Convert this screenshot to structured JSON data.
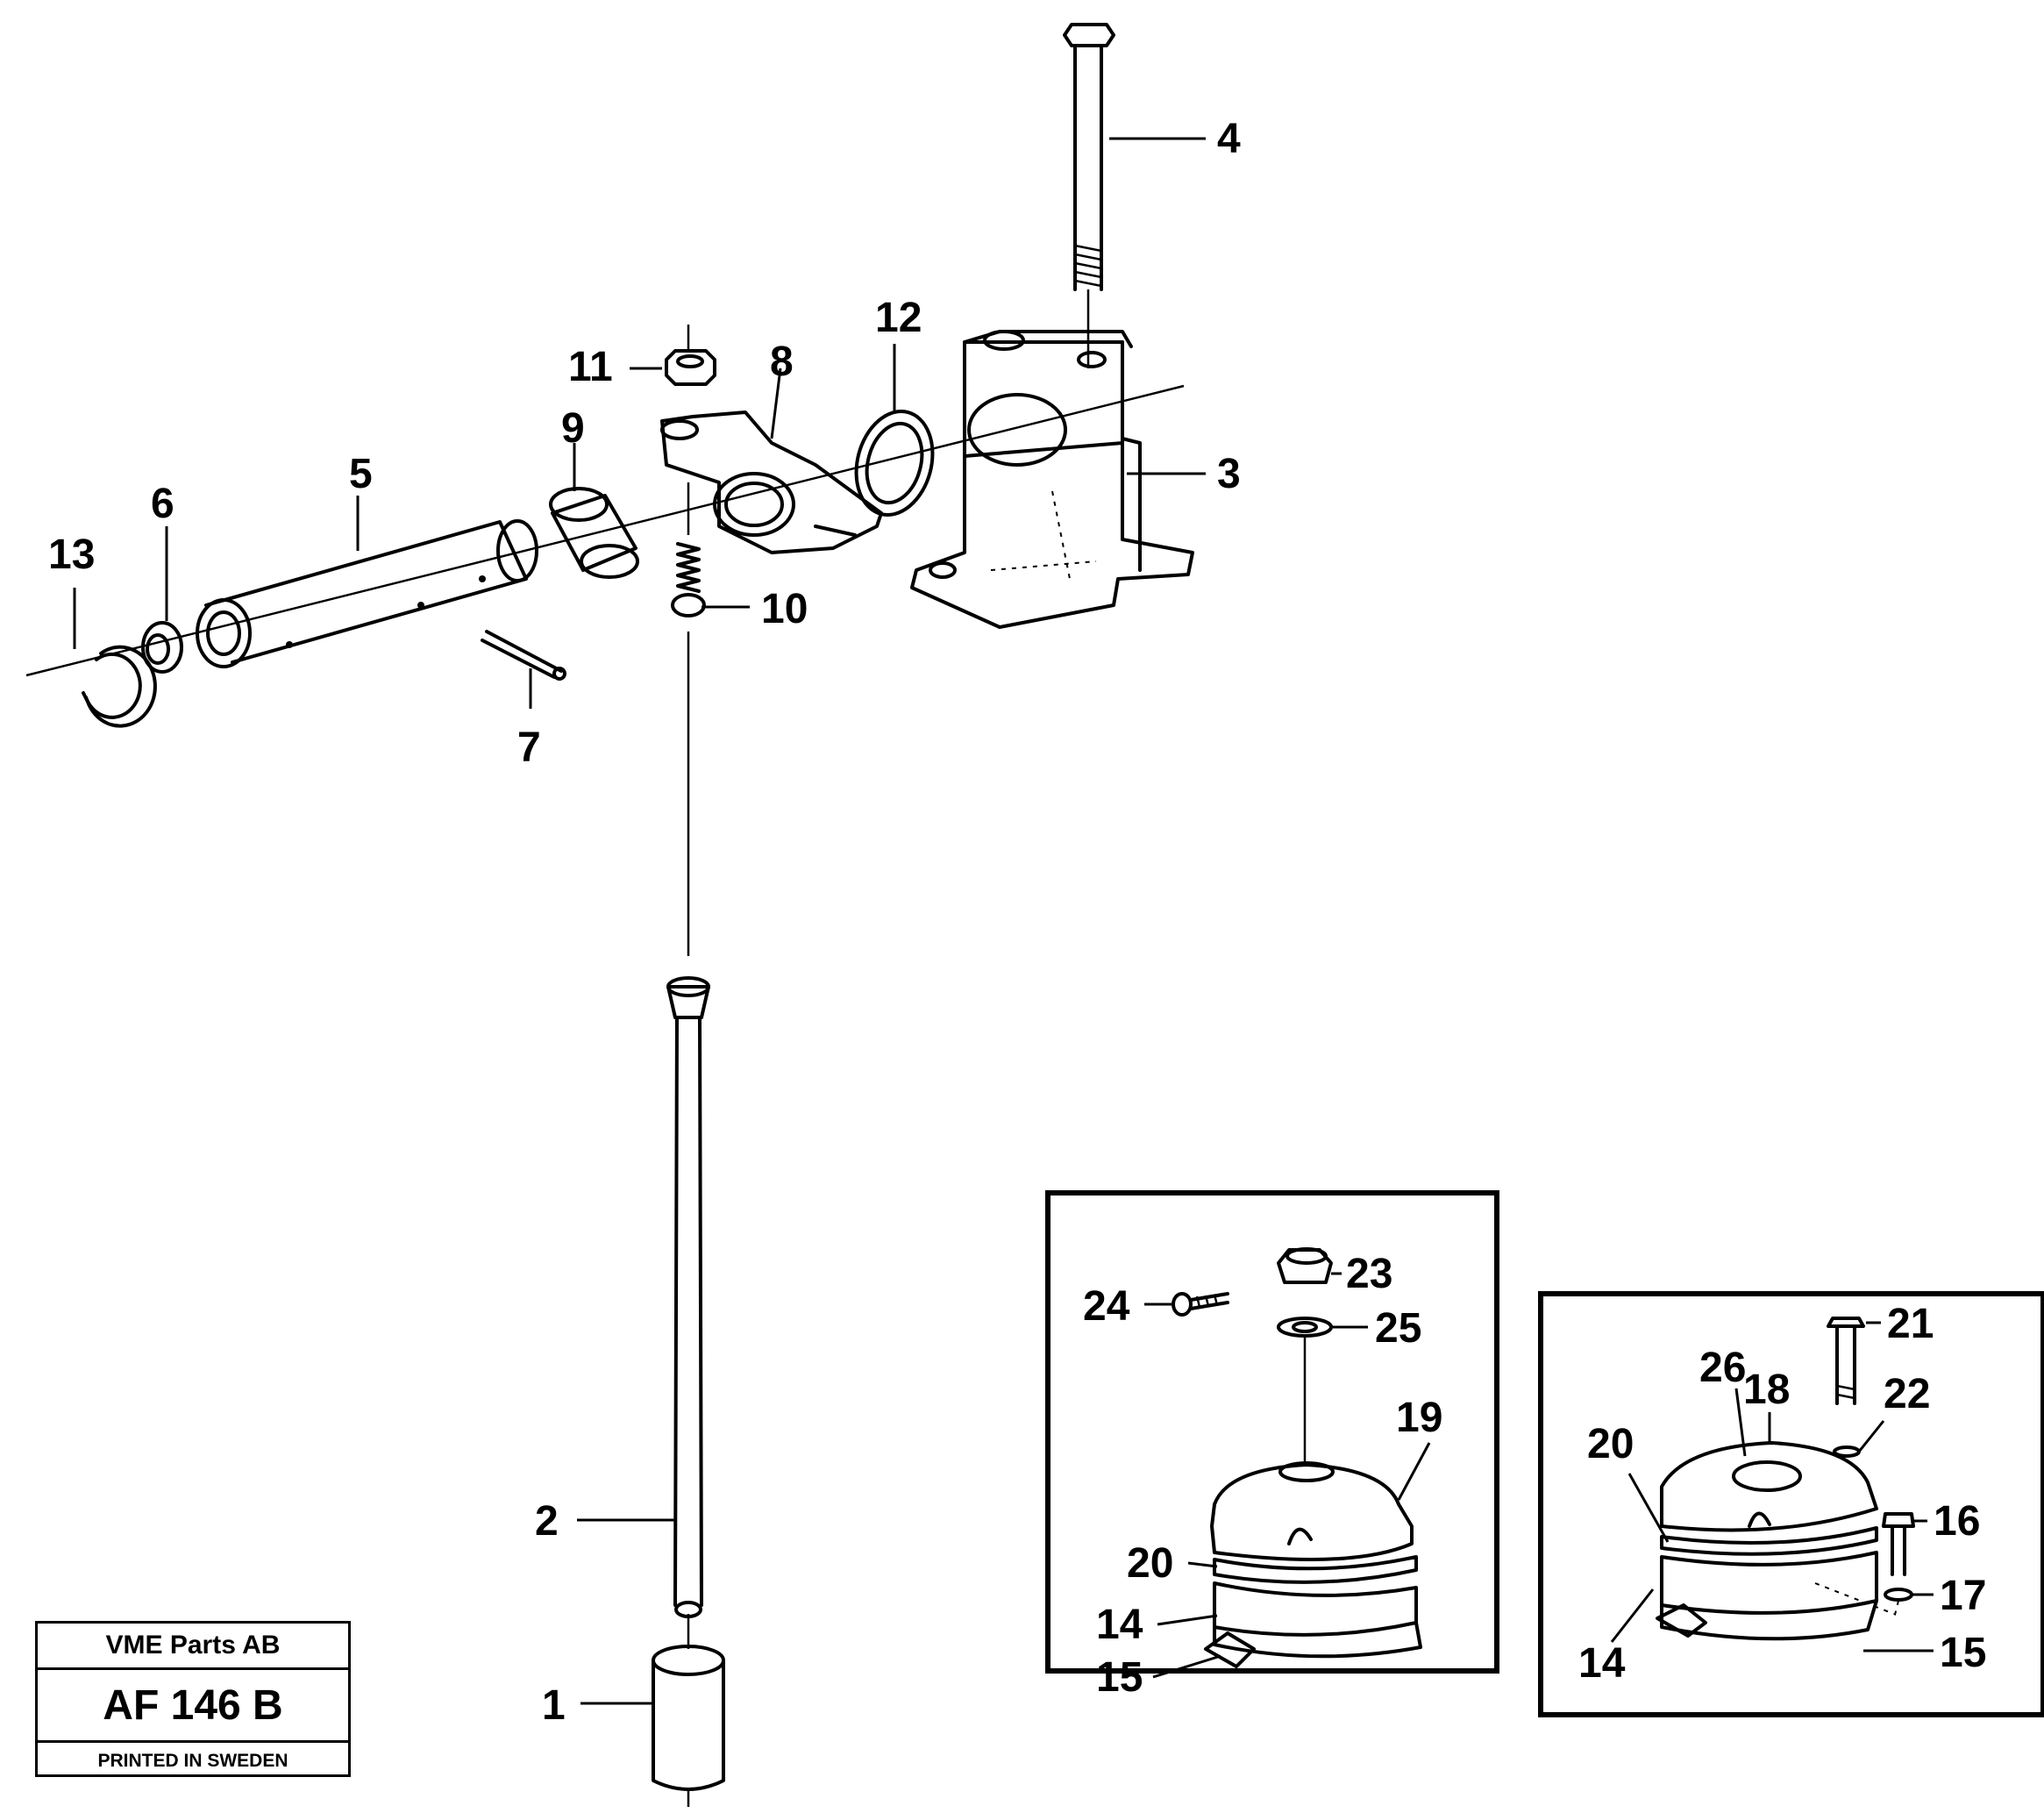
{
  "callouts": {
    "c1": "1",
    "c2": "2",
    "c3": "3",
    "c4": "4",
    "c5": "5",
    "c6": "6",
    "c7": "7",
    "c8": "8",
    "c9": "9",
    "c10": "10",
    "c11": "11",
    "c12": "12",
    "c13": "13"
  },
  "inset_left": {
    "c23": "23",
    "c24": "24",
    "c25": "25",
    "c19": "19",
    "c20": "20",
    "c14": "14",
    "c15": "15"
  },
  "inset_right": {
    "c21": "21",
    "c26": "26",
    "c18": "18",
    "c22": "22",
    "c20": "20",
    "c16": "16",
    "c17": "17",
    "c14": "14",
    "c15": "15"
  },
  "title_block": {
    "company": "VME Parts AB",
    "code": "AF 146 B",
    "printed": "PRINTED IN SWEDEN"
  }
}
